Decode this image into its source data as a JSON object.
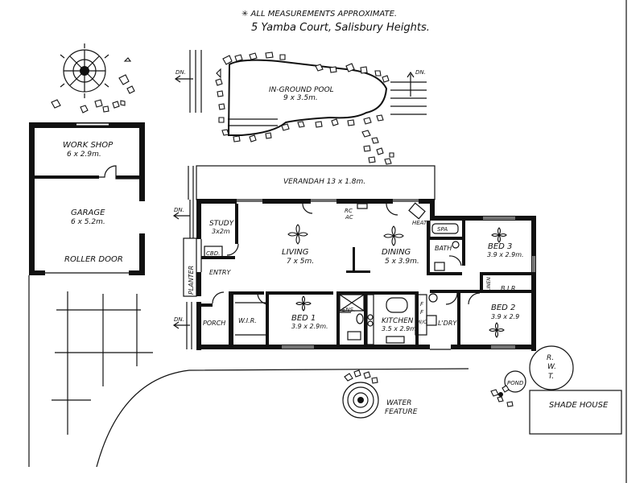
{
  "header": {
    "note": "✳ ALL MEASUREMENTS APPROXIMATE.",
    "address": "5 Yamba Court, Salisbury Heights."
  },
  "labels": {
    "pool": "IN-GROUND POOL",
    "pool_size": "9 x 3.5m.",
    "workshop": "WORK SHOP",
    "workshop_size": "6 x 2.9m.",
    "garage": "GARAGE",
    "garage_size": "6 x 5.2m.",
    "roller_door": "ROLLER DOOR",
    "verandah": "VERANDAH 13 x 1.8m.",
    "study": "STUDY",
    "study_size": "3x2m",
    "cbd": "CBD.",
    "living": "LIVING",
    "living_size": "7 x 5m.",
    "dining": "DINING",
    "dining_size": "5 x 3.9m.",
    "rc": "RC",
    "ac": "AC",
    "heat": "HEAT",
    "spa": "SPA",
    "bath": "BATH",
    "bed3": "BED 3",
    "bed3_size": "3.9 x 2.9m.",
    "linen": "LINEN",
    "bir": "B.I.R.",
    "bed2": "BED 2",
    "bed2_size": "3.9 x 2.9",
    "entry": "ENTRY",
    "planter": "PLANTER",
    "porch": "PORCH",
    "wir": "W.I.R.",
    "bed1": "BED 1",
    "bed1_size": "3.9 x 2.9m.",
    "ens": "ENS.",
    "kitchen": "KITCHEN",
    "kitchen_size": "3.5 x 2.9m.",
    "fridge_a": "F",
    "fridge_b": "F",
    "wo": "W/O",
    "ldry": "L'DRY",
    "dn_1": "DN.",
    "dn_2": "DN.",
    "dn_3": "DN.",
    "dn_4": "DN.",
    "rwt_r": "R.",
    "rwt_w": "W.",
    "rwt_t": "T.",
    "pond": "POND",
    "shade_house": "SHADE HOUSE",
    "water_feature_1": "WATER",
    "water_feature_2": "FEATURE"
  },
  "colors": {
    "ink": "#111111",
    "paper": "#ffffff"
  },
  "icons": {
    "ceiling_fan": "ceiling-fan-icon",
    "tree": "tree-icon",
    "rocks": "rock-border-icon"
  }
}
